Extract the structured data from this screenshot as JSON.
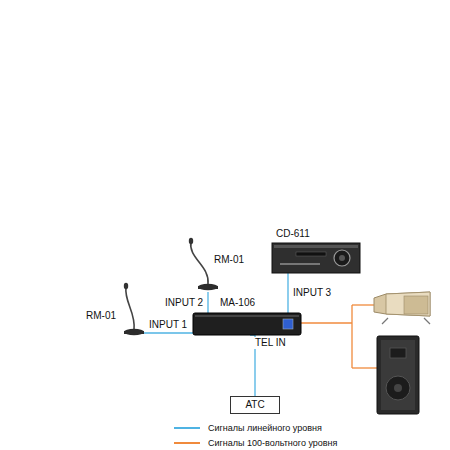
{
  "diagram": {
    "nodes": [
      {
        "text": [
          "RM-01"
        ]
      },
      {
        "text": [
          "RM-01"
        ]
      },
      {
        "text": [
          "CD-611"
        ]
      },
      {
        "text": [
          "MA-106"
        ]
      },
      {
        "text": [
          "АТС"
        ]
      }
    ],
    "edges": [
      {
        "from": 0,
        "to": 3,
        "arrow": "none",
        "label": "INPUT 1"
      },
      {
        "from": 1,
        "to": 3,
        "arrow": "none",
        "label": "INPUT 2"
      },
      {
        "from": 2,
        "to": 3,
        "arrow": "none",
        "label": "INPUT 3"
      },
      {
        "from": 4,
        "to": 3,
        "arrow": "none",
        "label": "TEL IN"
      }
    ],
    "legend": [
      {
        "text": "Сигналы линейного уровня",
        "color": "#4fb3e3"
      },
      {
        "text": "Сигналы 100-вольтного уровня",
        "color": "#f08a3c"
      }
    ]
  }
}
